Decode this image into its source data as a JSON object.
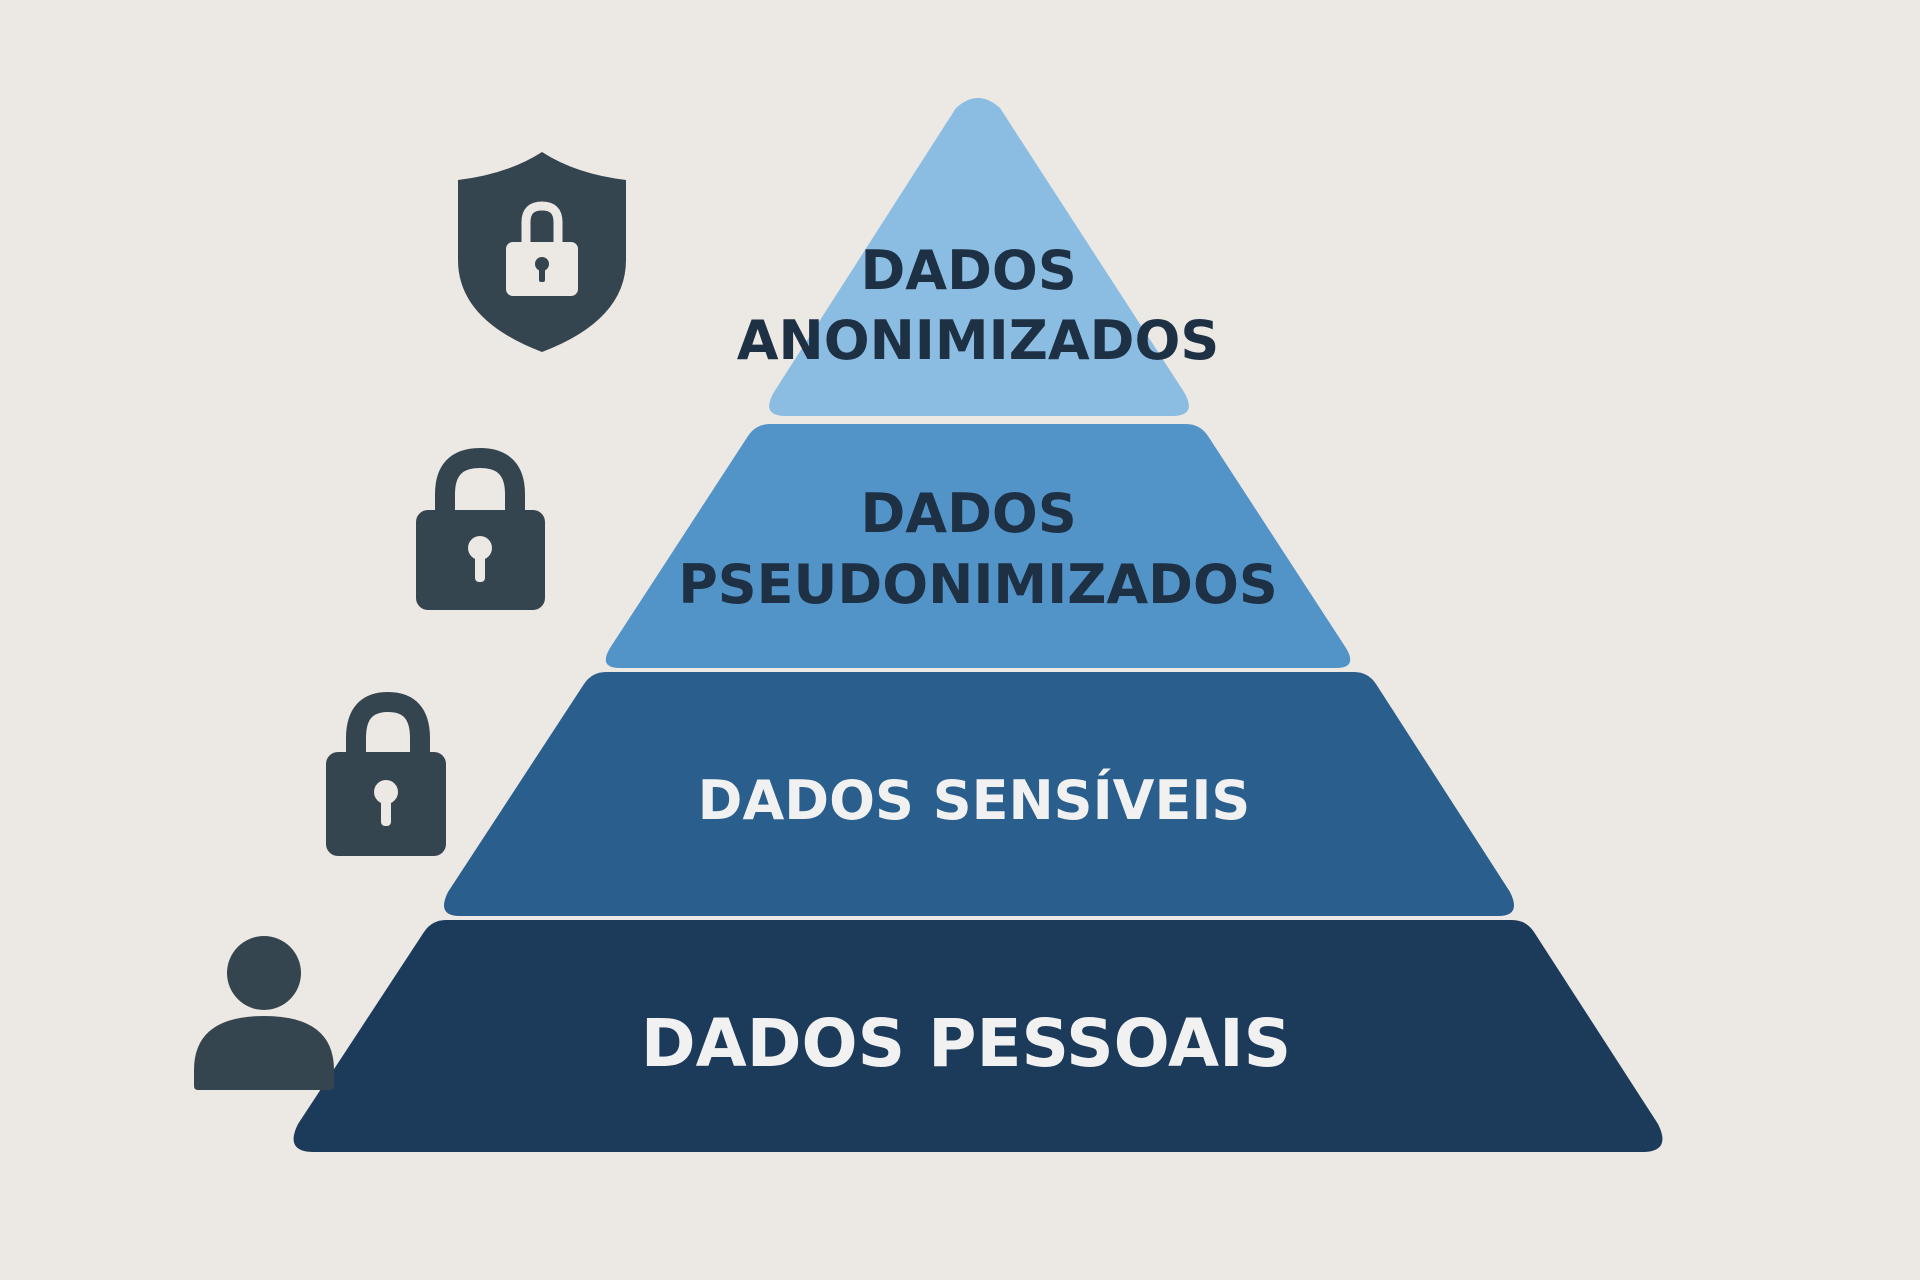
{
  "colors": {
    "background": "#ece8e4",
    "icon": "#35454f",
    "tier_anonimizados": "#8bbde3",
    "tier_pseudonimizados": "#5394c8",
    "tier_sensiveis": "#2a5e8d",
    "tier_pessoais": "#1c3a5a",
    "text_dark": "#1e3044",
    "text_light": "#f1f1f1"
  },
  "pyramid": {
    "tiers": [
      {
        "label_lines": [
          "DADOS",
          "ANONIMIZADOS"
        ],
        "icon": "shield-lock-icon"
      },
      {
        "label_lines": [
          "DADOS",
          "PSEUDONIMIZADOS"
        ],
        "icon": "padlock-icon"
      },
      {
        "label_lines": [
          "DADOS SENSÍVEIS"
        ],
        "icon": "padlock-icon"
      },
      {
        "label_lines": [
          "DADOS PESSOAIS"
        ],
        "icon": "person-icon"
      }
    ]
  }
}
